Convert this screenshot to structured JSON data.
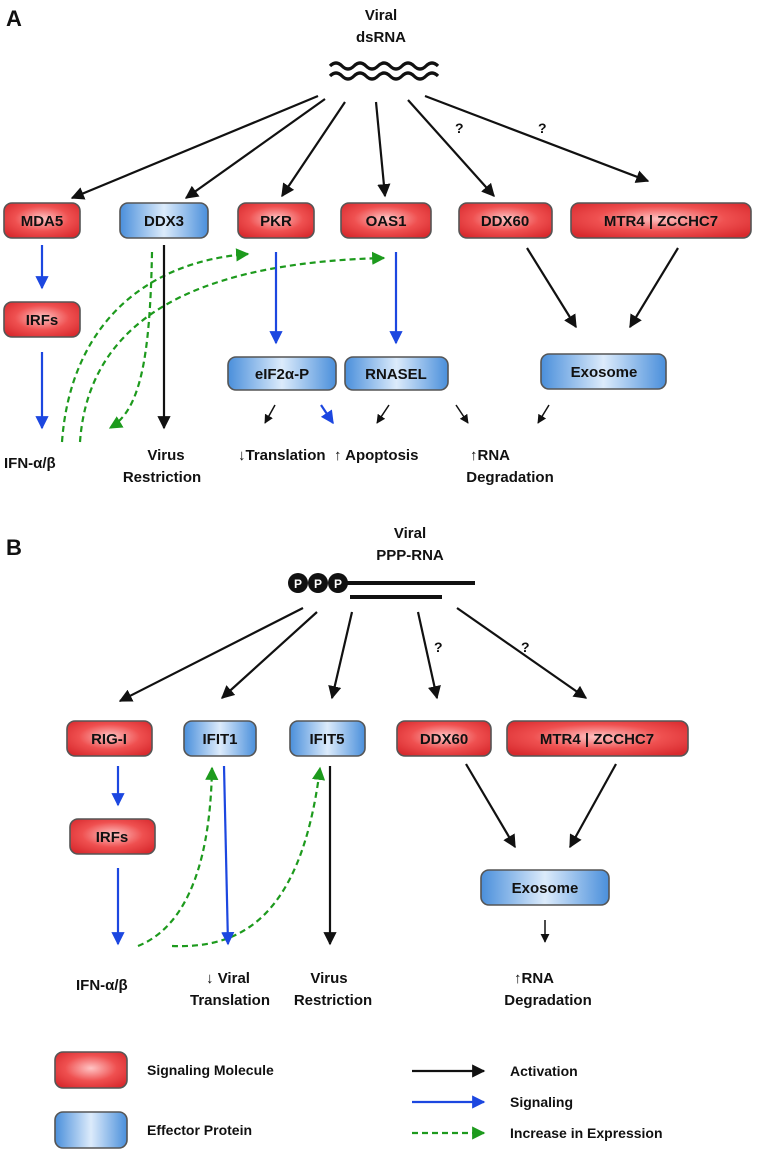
{
  "panel_a": {
    "letter": "A",
    "source_line1": "Viral",
    "source_line2": "dsRNA",
    "nodes": {
      "mda5": "MDA5",
      "ddx3": "DDX3",
      "pkr": "PKR",
      "oas1": "OAS1",
      "ddx60": "DDX60",
      "mtr4": "MTR4 | ZCCHC7",
      "irfs": "IRFs",
      "eif2a": "eIF2α-P",
      "rnasel": "RNASEL",
      "exosome": "Exosome"
    },
    "outputs": {
      "ifn": "IFN-α/β",
      "virus_restriction_1": "Virus",
      "virus_restriction_2": "Restriction",
      "translation": "↓Translation",
      "apoptosis": "↑ Apoptosis",
      "rna_deg_1": "↑RNA",
      "rna_deg_2": "Degradation"
    },
    "question_marks": [
      "?",
      "?"
    ]
  },
  "panel_b": {
    "letter": "B",
    "source_line1": "Viral",
    "source_line2": "PPP-RNA",
    "phosphates": [
      "P",
      "P",
      "P"
    ],
    "nodes": {
      "rigi": "RIG-I",
      "ifit1": "IFIT1",
      "ifit5": "IFIT5",
      "ddx60": "DDX60",
      "mtr4": "MTR4 | ZCCHC7",
      "irfs": "IRFs",
      "exosome": "Exosome"
    },
    "outputs": {
      "ifn": "IFN-α/β",
      "viral_translation_1": "↓ Viral",
      "viral_translation_2": "Translation",
      "virus_restriction_1": "Virus",
      "virus_restriction_2": "Restriction",
      "rna_deg_1": "↑RNA",
      "rna_deg_2": "Degradation"
    },
    "question_marks": [
      "?",
      "?"
    ]
  },
  "legend": {
    "signaling_molecule": "Signaling Molecule",
    "effector_protein": "Effector Protein",
    "activation": "Activation",
    "signaling": "Signaling",
    "increase_expression": "Increase in Expression"
  },
  "colors": {
    "signaling_red": "#e8363a",
    "effector_blue": "#6aa6e3",
    "activation_black": "#111111",
    "signaling_arrow_blue": "#1c47e0",
    "expression_green": "#1d9a1d"
  }
}
